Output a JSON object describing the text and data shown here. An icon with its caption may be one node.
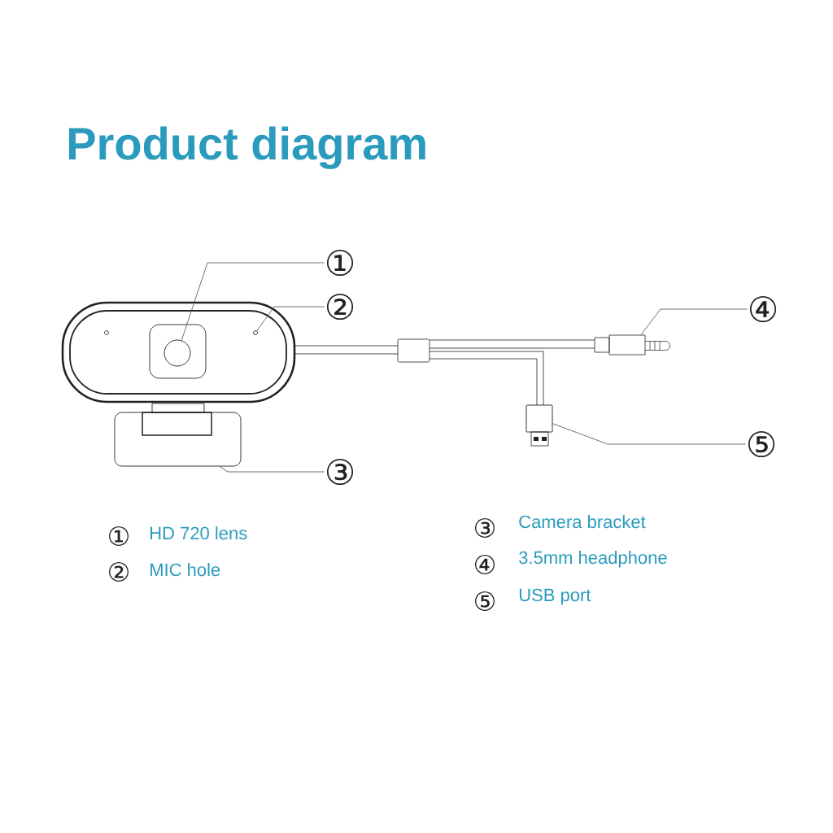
{
  "diagram": {
    "title": "Product diagram",
    "nodes": [
      {
        "text": [
          "①"
        ]
      },
      {
        "text": [
          "②"
        ]
      },
      {
        "text": [
          "③"
        ]
      },
      {
        "text": [
          "④"
        ]
      },
      {
        "text": [
          "⑤"
        ]
      },
      {
        "text": [],
        "shape": "circle"
      },
      {
        "text": [],
        "shape": "circle"
      },
      {
        "text": [],
        "shape": "box"
      },
      {
        "text": [],
        "shape": "picture"
      },
      {
        "text": [],
        "shape": "box"
      }
    ],
    "edges": [
      {
        "from": 0,
        "to": 5,
        "arrow": "none"
      },
      {
        "from": 1,
        "to": 6,
        "arrow": "none"
      },
      {
        "from": 2,
        "to": 7,
        "arrow": "none"
      },
      {
        "from": 3,
        "to": 8,
        "arrow": "none"
      },
      {
        "from": 4,
        "to": 9,
        "arrow": "none"
      }
    ],
    "labels": [
      "①",
      "HD 720 lens",
      "③",
      "Camera bracket",
      "②",
      "MIC hole",
      "④",
      "3.5mm headphone",
      "⑤",
      "USB port"
    ]
  }
}
